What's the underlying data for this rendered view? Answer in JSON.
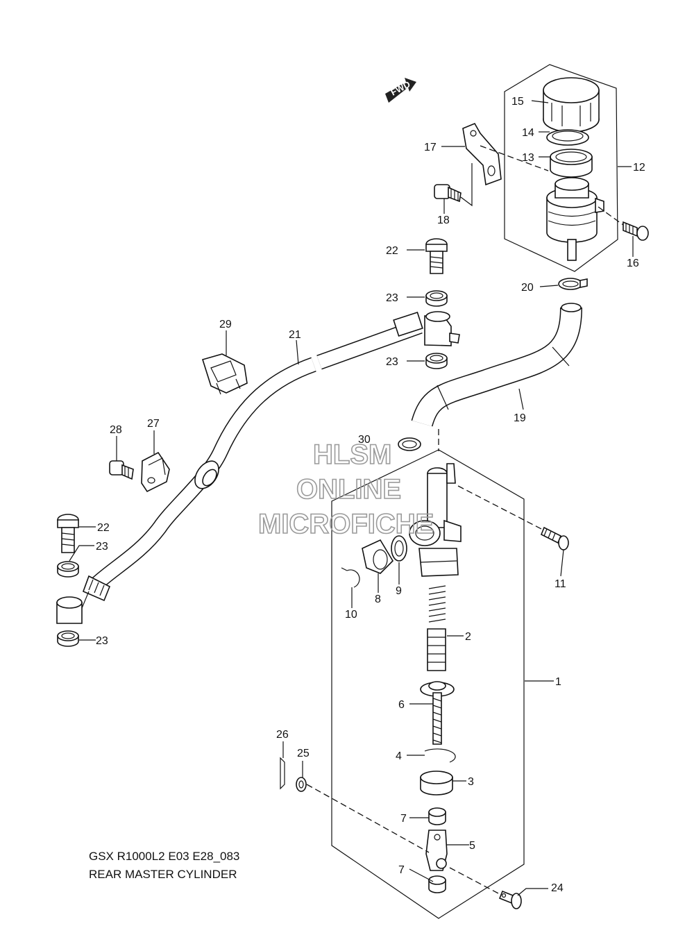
{
  "diagram": {
    "forward_label": "FWD"
  },
  "labels": {
    "1": "1",
    "2": "2",
    "3": "3",
    "4": "4",
    "5": "5",
    "6": "6",
    "7": "7",
    "8": "8",
    "9": "9",
    "10": "10",
    "11": "11",
    "12": "12",
    "13": "13",
    "14": "14",
    "15": "15",
    "16": "16",
    "17": "17",
    "18": "18",
    "19": "19",
    "20": "20",
    "21": "21",
    "22": "22",
    "23": "23",
    "24": "24",
    "25": "25",
    "26": "26",
    "27": "27",
    "28": "28",
    "29": "29",
    "30": "30"
  },
  "watermark": {
    "line1": "HLSM",
    "line2": "ONLINE",
    "line3": "MICROFICHE"
  },
  "caption": {
    "code": "GSX R1000L2 E03 E28_083",
    "title": "REAR MASTER CYLINDER"
  }
}
